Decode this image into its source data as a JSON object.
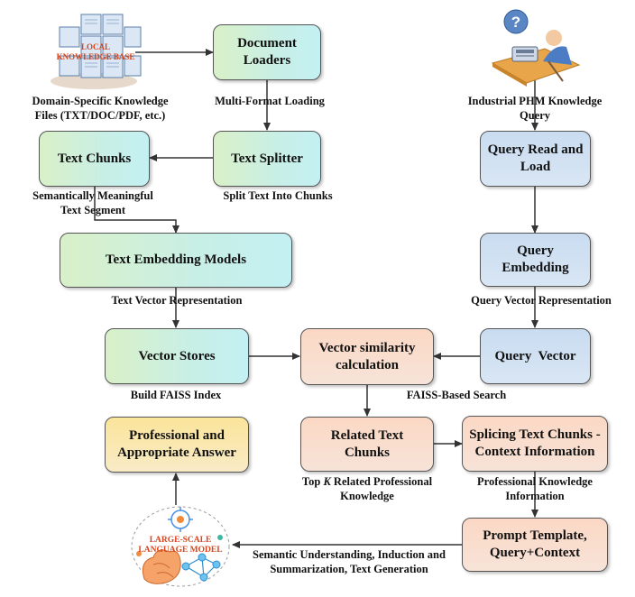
{
  "boxes": {
    "doc_loaders": "Document Loaders",
    "text_splitter": "Text Splitter",
    "text_chunks": "Text Chunks",
    "text_embedding": "Text Embedding Models",
    "vector_stores": "Vector Stores",
    "vector_similarity": "Vector similarity calculation",
    "related_text": "Related Text Chunks",
    "splicing": "Splicing Text Chunks - Context Information",
    "prompt": "Prompt Template, Query+Context",
    "answer": "Professional and Appropriate Answer",
    "query_read": "Query Read and Load",
    "query_embedding": "Query Embedding",
    "query_vector": "Query  Vector"
  },
  "labels": {
    "domain_files_1": "Domain-Specific Knowledge",
    "domain_files_2": "Files (TXT/DOC/PDF, etc.)",
    "multi_format": "Multi-Format Loading",
    "semantic_1": "Semantically Meaningful",
    "semantic_2": "Text Segment",
    "split_text": "Split Text Into Chunks",
    "text_vector": "Text Vector Representation",
    "build_faiss": "Build FAISS Index",
    "faiss_search": "FAISS-Based Search",
    "topk_1a": "Top ",
    "topk_1b": "K",
    "topk_1c": " Related Professional",
    "topk_2": "Knowledge",
    "prof_1": "Professional Knowledge",
    "prof_2": "Information",
    "semantic_und_1": "Semantic Understanding, Induction and",
    "semantic_und_2": "Summarization, Text Generation",
    "industrial_1": "Industrial PHM Knowledge",
    "industrial_2": "Query",
    "query_vector_rep": "Query Vector Representation"
  },
  "icons": {
    "kb_1": "LOCAL",
    "kb_2": "KNOWLEDGE BASE",
    "llm_1": "LARGE-SCALE",
    "llm_2": "LANGUAGE MODEL",
    "user_mark": "?"
  },
  "colors": {
    "green": "#d9f0c8",
    "blue": "#c9dcf0",
    "peach": "#fbd8c4",
    "yellow": "#fbe49a",
    "arrow": "#333333",
    "icon_red": "#d9441c"
  }
}
